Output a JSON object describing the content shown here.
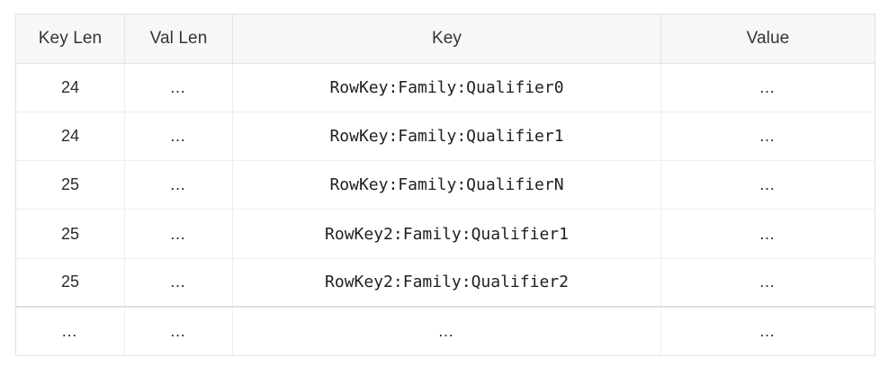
{
  "table": {
    "name": "hfile-keyvalue-layout-table",
    "columns": [
      {
        "key": "key_len",
        "label": "Key Len",
        "align": "center"
      },
      {
        "key": "val_len",
        "label": "Val Len",
        "align": "center"
      },
      {
        "key": "key",
        "label": "Key",
        "align": "center"
      },
      {
        "key": "value",
        "label": "Value",
        "align": "center"
      }
    ],
    "rows": [
      {
        "key_len": "24",
        "val_len": "…",
        "key": "RowKey:Family:Qualifier0",
        "value": "…",
        "kind": "data"
      },
      {
        "key_len": "24",
        "val_len": "…",
        "key": "RowKey:Family:Qualifier1",
        "value": "…",
        "kind": "data"
      },
      {
        "key_len": "25",
        "val_len": "…",
        "key": "RowKey:Family:QualifierN",
        "value": "…",
        "kind": "data"
      },
      {
        "key_len": "25",
        "val_len": "…",
        "key": "RowKey2:Family:Qualifier1",
        "value": "…",
        "kind": "data"
      },
      {
        "key_len": "25",
        "val_len": "…",
        "key": "RowKey2:Family:Qualifier2",
        "value": "…",
        "kind": "data"
      },
      {
        "key_len": "…",
        "val_len": "…",
        "key": "…",
        "value": "…",
        "kind": "summary"
      }
    ]
  },
  "style": {
    "header_background": "#f7f7f7",
    "body_background": "#ffffff",
    "border_color": "#e4e4e4",
    "row_divider_color": "#eeeeee",
    "summary_divider_color": "#e0e0e0",
    "header_text_color": "#343434",
    "body_text_color": "#2b2b2b"
  }
}
